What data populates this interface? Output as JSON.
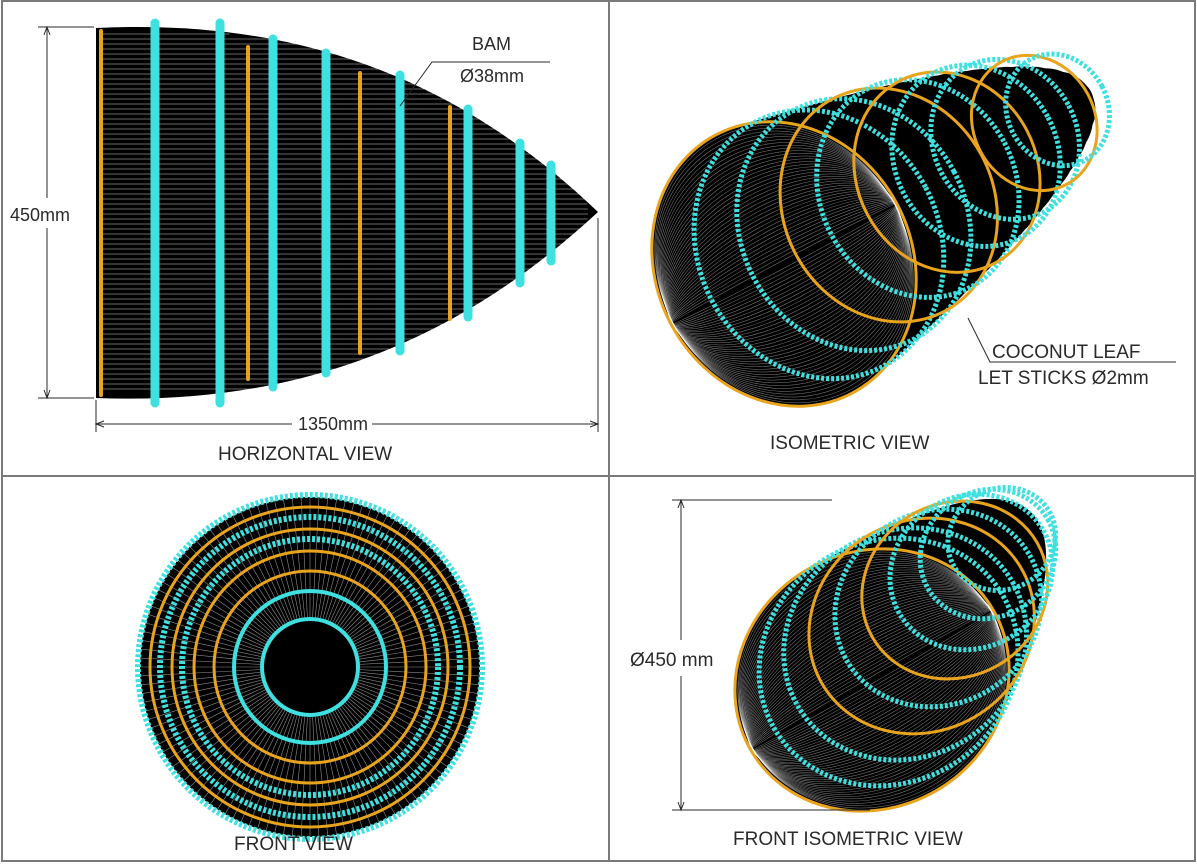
{
  "colors": {
    "border": "#7a7a7a",
    "bamboo": "#3ee0e0",
    "coconut_leaf": "#e9a41e",
    "mesh": "#000000",
    "dimension": "#2a2a2a"
  },
  "views": {
    "horizontal": {
      "title": "HORIZONTAL VIEW",
      "height_dim": "450mm",
      "length_dim": "1350mm",
      "bamboo_label": "BAM",
      "bamboo_diameter": "Ø38mm"
    },
    "isometric": {
      "title": "ISOMETRIC VIEW",
      "leaf_label_1": "COCONUT LEAF",
      "leaf_label_2": "LET STICKS Ø2mm"
    },
    "front": {
      "title": "FRONT VIEW"
    },
    "front_isometric": {
      "title": "FRONT ISOMETRIC VIEW",
      "diameter_dim": "Ø450 mm"
    }
  }
}
